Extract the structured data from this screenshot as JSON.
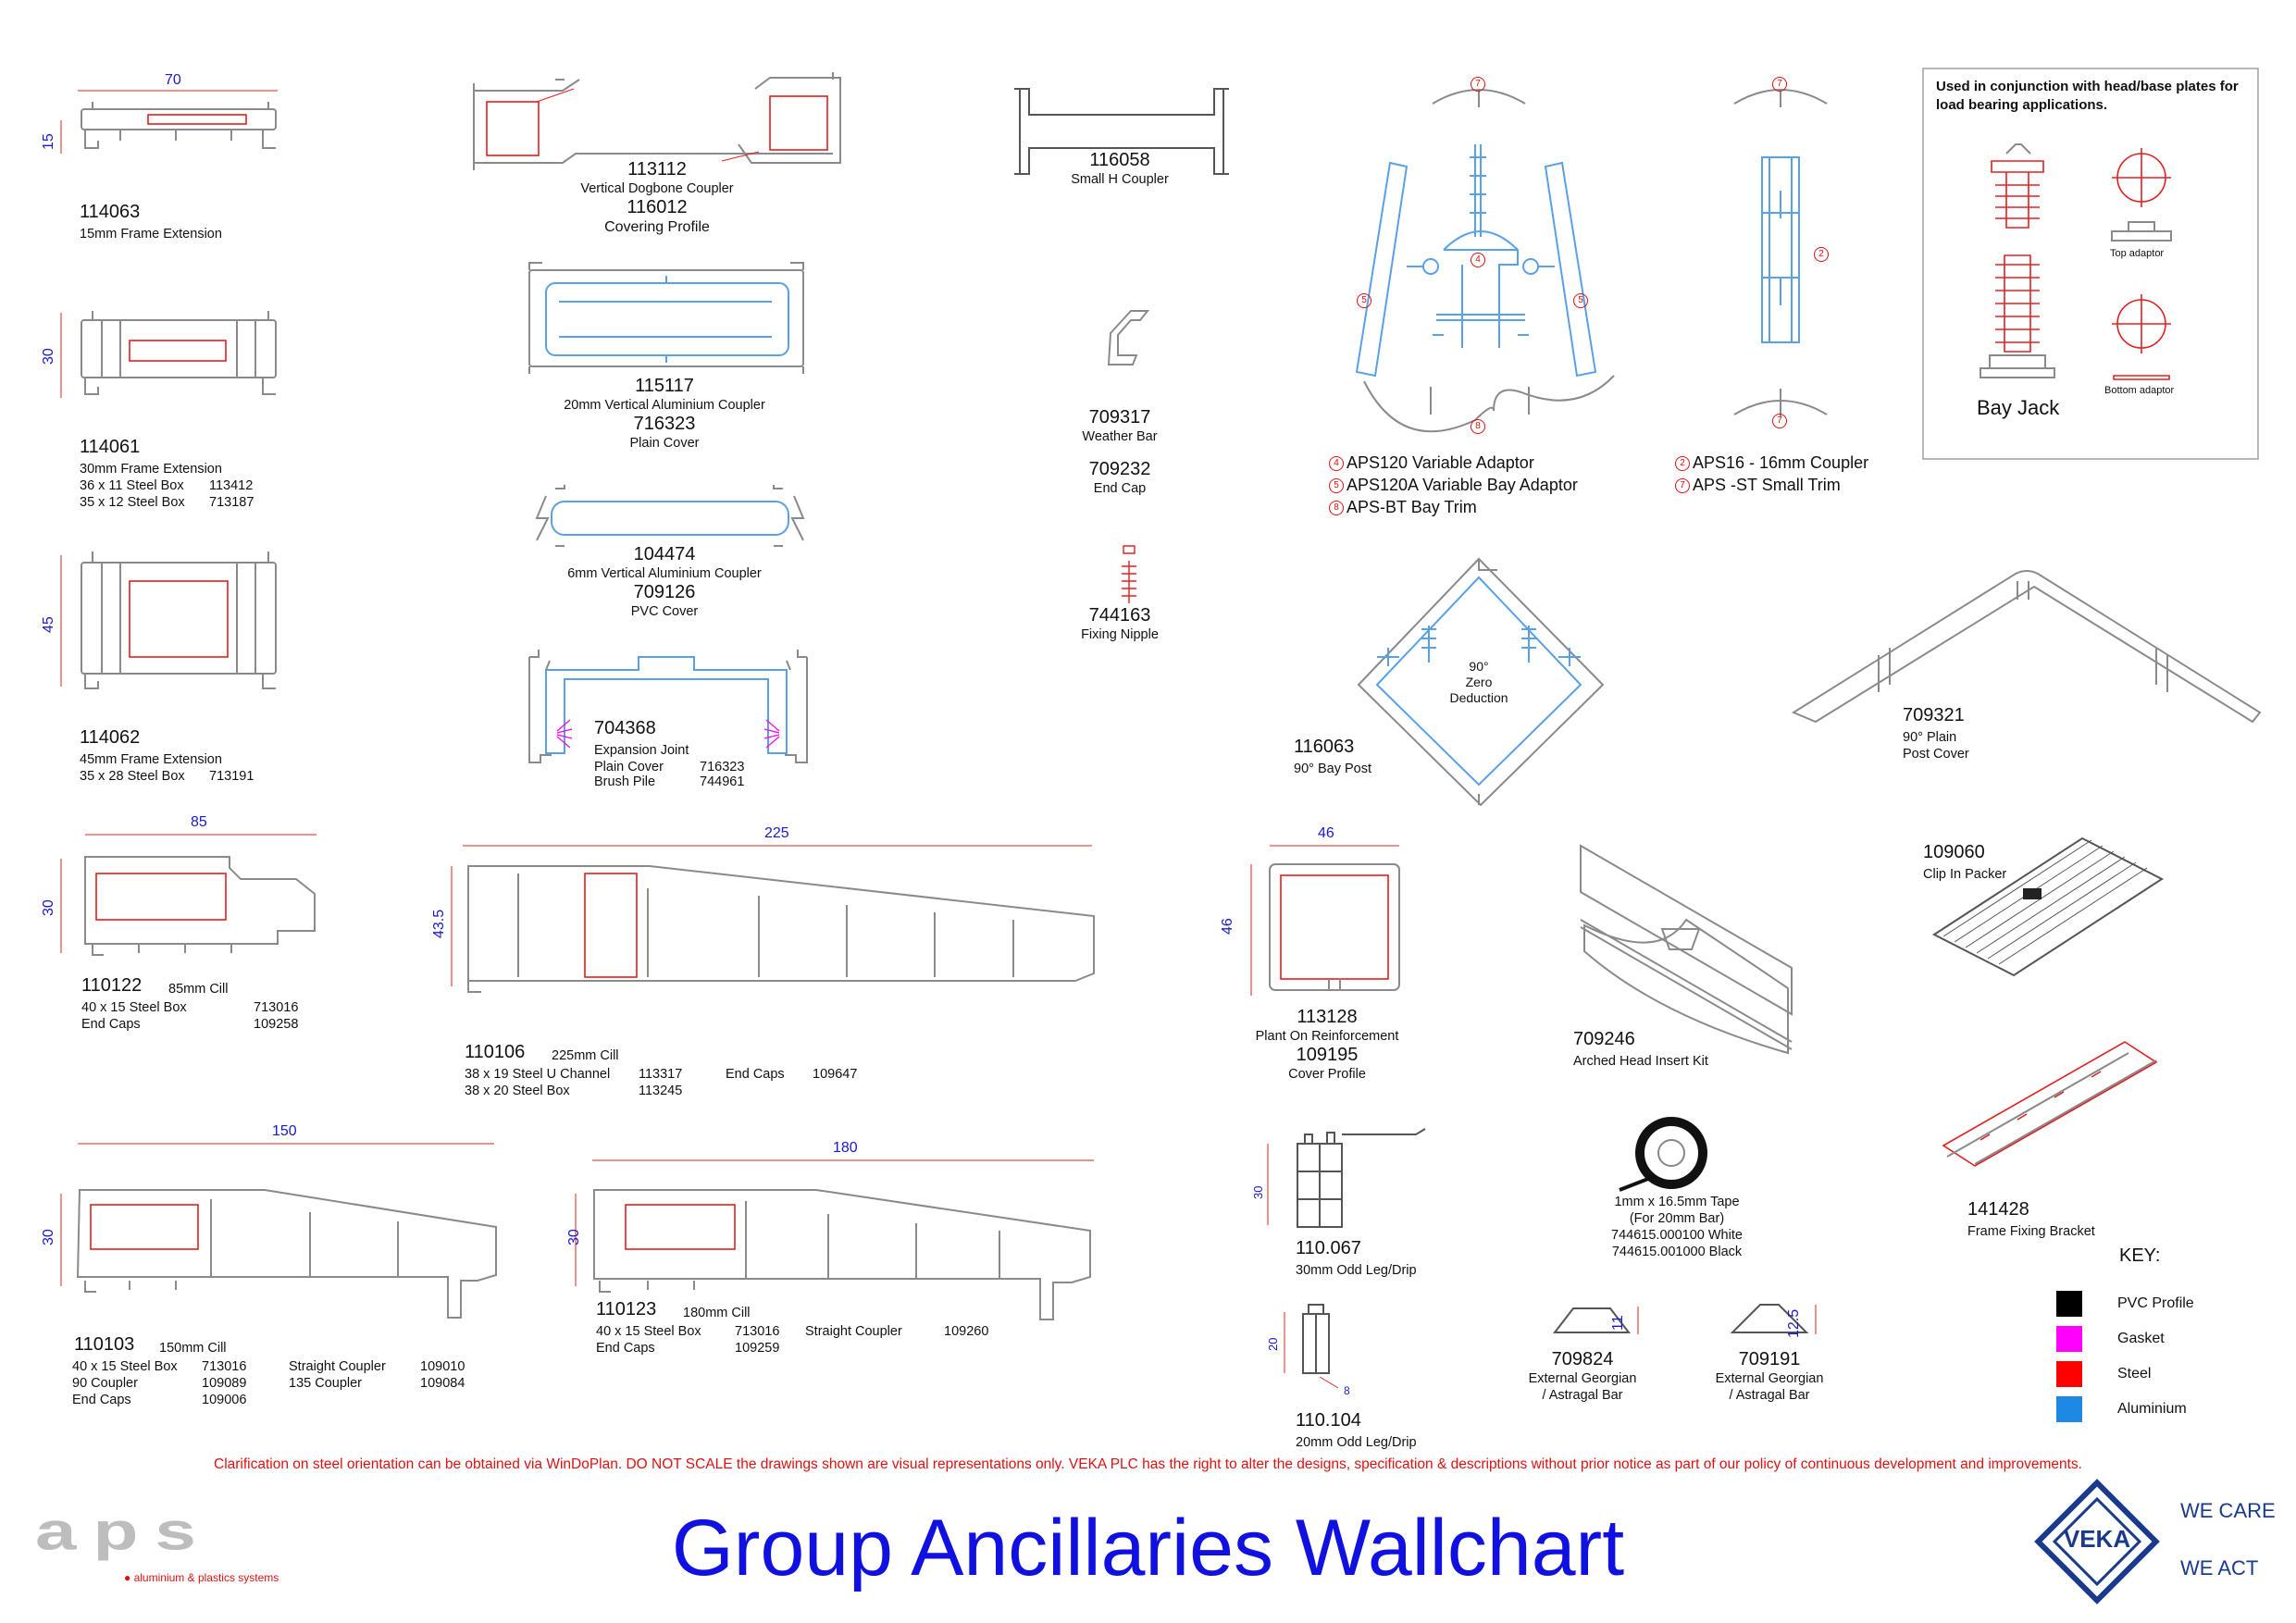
{
  "title": "Group Ancillaries Wallchart",
  "disclaimer": "Clarification on steel orientation can be obtained via WinDoPlan. DO NOT SCALE the drawings shown are visual representations only. VEKA PLC has the right to alter the designs, specification & descriptions without prior notice as part of our policy of continuous development and improvements.",
  "aps_logo": {
    "text": "aps",
    "tagline": "aluminium & plastics systems"
  },
  "veka_logo": {
    "text": "VEKA",
    "slogan_1": "WE CARE",
    "slogan_2": "WE ACT"
  },
  "key": {
    "heading": "KEY:",
    "items": [
      {
        "label": "PVC Profile",
        "color": "#000000"
      },
      {
        "label": "Gasket",
        "color": "#ff00ff"
      },
      {
        "label": "Steel",
        "color": "#ff0000"
      },
      {
        "label": "Aluminium",
        "color": "#1e88e5"
      }
    ]
  },
  "colors": {
    "pvc": "#8a8a8a",
    "steel": "#e02020",
    "aluminium": "#5aa0e6",
    "gasket": "#ff00ff",
    "dimension": "#1a1ac8",
    "title": "#1010e0",
    "disclaimer": "#e01010"
  },
  "items": {
    "p114063": {
      "code": "114063",
      "desc": "15mm Frame Extension",
      "dim_w": "70",
      "dim_h": "15"
    },
    "p114061": {
      "code": "114061",
      "desc": "30mm Frame Extension",
      "dim_h": "30",
      "rows": [
        [
          "36 x 11 Steel Box",
          "113412"
        ],
        [
          "35 x 12 Steel Box",
          "713187"
        ]
      ]
    },
    "p114062": {
      "code": "114062",
      "desc": "45mm Frame Extension",
      "dim_h": "45",
      "rows": [
        [
          "35 x 28 Steel Box",
          "713191"
        ]
      ]
    },
    "p110122": {
      "code": "110122",
      "desc": "85mm Cill",
      "dim_w": "85",
      "dim_h": "30",
      "rows": [
        [
          "40 x 15 Steel Box",
          "713016"
        ],
        [
          "End Caps",
          "109258"
        ]
      ]
    },
    "p110106": {
      "code": "110106",
      "desc": "225mm Cill",
      "dim_w": "225",
      "dim_h": "43.5",
      "rows": [
        [
          "38 x 19 Steel U Channel",
          "113317",
          "End Caps",
          "109647"
        ],
        [
          "38 x 20 Steel Box",
          "113245"
        ]
      ]
    },
    "p110103": {
      "code": "110103",
      "desc": "150mm Cill",
      "dim_w": "150",
      "dim_h": "30",
      "rows": [
        [
          "40 x 15 Steel Box",
          "713016",
          "Straight Coupler",
          "109010"
        ],
        [
          "90 Coupler",
          "109089",
          "135 Coupler",
          "109084"
        ],
        [
          "End Caps",
          "109006"
        ]
      ]
    },
    "p110123": {
      "code": "110123",
      "desc": "180mm Cill",
      "dim_w": "180",
      "dim_h": "30",
      "rows": [
        [
          "40 x 15 Steel Box",
          "713016",
          "Straight Coupler",
          "109260"
        ],
        [
          "End Caps",
          "109259"
        ]
      ]
    },
    "p113112": {
      "code": "113112",
      "desc": "Vertical Dogbone Coupler",
      "code2": "116012",
      "desc2": "Covering Profile"
    },
    "p115117": {
      "code": "115117",
      "desc": "20mm Vertical Aluminium Coupler",
      "code2": "716323",
      "desc2": "Plain Cover"
    },
    "p104474": {
      "code": "104474",
      "desc": "6mm Vertical Aluminium Coupler",
      "code2": "709126",
      "desc2": "PVC Cover"
    },
    "p704368": {
      "code": "704368",
      "desc": "Expansion Joint",
      "rows": [
        [
          "Plain Cover",
          "716323"
        ],
        [
          "Brush Pile",
          "744961"
        ]
      ]
    },
    "p116058": {
      "code": "116058",
      "desc": "Small H Coupler"
    },
    "p709317": {
      "code": "709317",
      "desc": "Weather Bar"
    },
    "p709232": {
      "code": "709232",
      "desc": "End Cap"
    },
    "p744163": {
      "code": "744163",
      "desc": "Fixing Nipple"
    },
    "bay_left": {
      "labels": [
        [
          "4",
          "APS120 Variable Adaptor"
        ],
        [
          "5",
          "APS120A Variable Bay Adaptor"
        ],
        [
          "8",
          "APS-BT Bay Trim"
        ]
      ],
      "markers": [
        "7",
        "4",
        "5",
        "5",
        "8"
      ]
    },
    "bay_right": {
      "labels": [
        [
          "2",
          "APS16 - 16mm Coupler"
        ],
        [
          "7",
          "APS -ST Small Trim"
        ]
      ],
      "markers": [
        "7",
        "2",
        "7"
      ]
    },
    "bayjack": {
      "note": "Used in conjunction with head/base plates for load bearing applications.",
      "title": "Bay Jack",
      "top": "Top adaptor",
      "bottom": "Bottom adaptor"
    },
    "p116063": {
      "code": "116063",
      "desc": "90° Bay Post",
      "center_1": "90°",
      "center_2": "Zero",
      "center_3": "Deduction"
    },
    "p709321": {
      "code": "709321",
      "desc_1": "90° Plain",
      "desc_2": "Post Cover"
    },
    "p113128": {
      "code": "113128",
      "desc": "Plant On Reinforcement",
      "code2": "109195",
      "desc2": "Cover Profile",
      "dim_w": "46",
      "dim_h": "46"
    },
    "p709246": {
      "code": "709246",
      "desc": "Arched Head Insert Kit"
    },
    "p109060": {
      "code": "109060",
      "desc": "Clip In Packer"
    },
    "p141428": {
      "code": "141428",
      "desc": "Frame Fixing Bracket"
    },
    "p110067": {
      "code": "110.067",
      "desc": "30mm Odd Leg/Drip",
      "dim_h": "30"
    },
    "p110104": {
      "code": "110.104",
      "desc": "20mm Odd Leg/Drip",
      "dim_h": "20",
      "dim_w": "8"
    },
    "tape": {
      "l1": "1mm x 16.5mm Tape",
      "l2": "(For 20mm  Bar)",
      "l3": "744615.000100 White",
      "l4": "744615.001000 Black"
    },
    "p709824": {
      "code": "709824",
      "desc_1": "External Georgian",
      "desc_2": "/ Astragal Bar",
      "dim": "11"
    },
    "p709191": {
      "code": "709191",
      "desc_1": "External Georgian",
      "desc_2": "/ Astragal Bar",
      "dim": "12.5"
    }
  }
}
